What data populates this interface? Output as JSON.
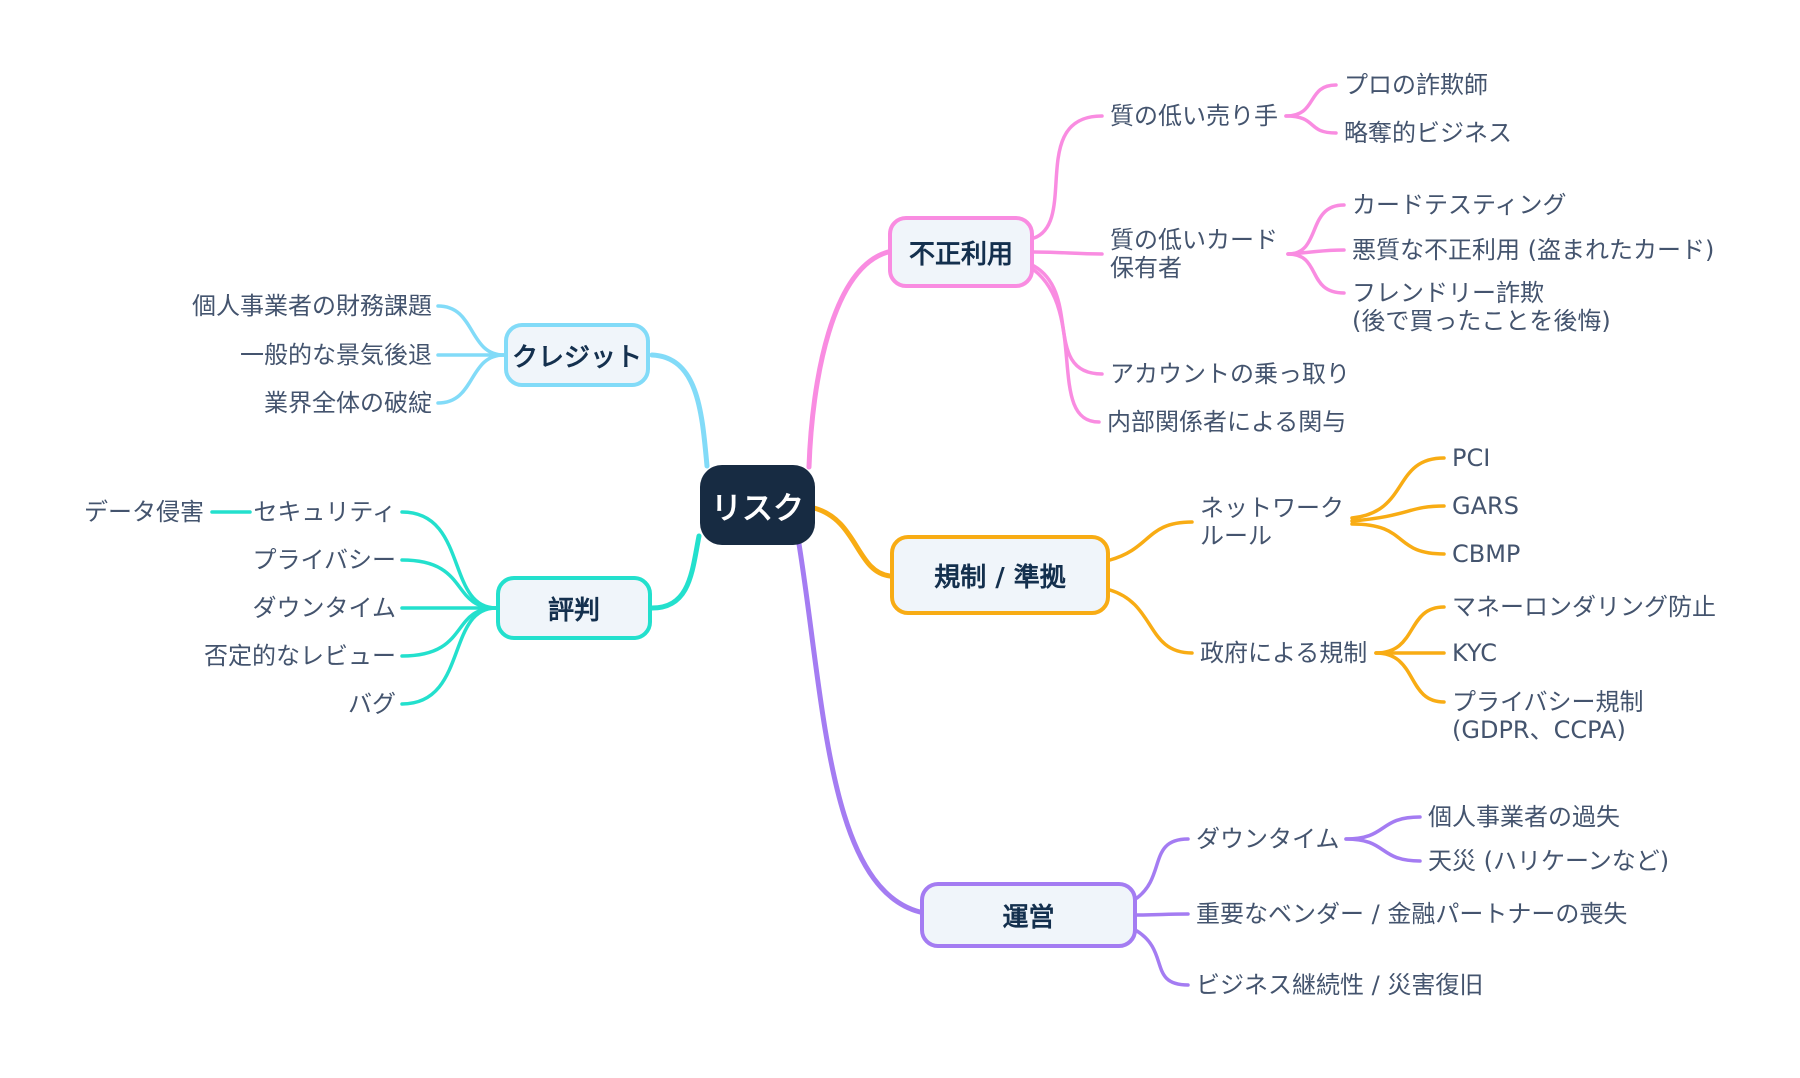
{
  "root": {
    "label": "リスク"
  },
  "branches": {
    "credit": {
      "label": "クレジット",
      "children": [
        {
          "label": "個人事業者の財務課題"
        },
        {
          "label": "一般的な景気後退"
        },
        {
          "label": "業界全体の破綻"
        }
      ]
    },
    "reputation": {
      "label": "評判",
      "children": [
        {
          "label": "セキュリティ",
          "children": [
            {
              "label": "データ侵害"
            }
          ]
        },
        {
          "label": "プライバシー"
        },
        {
          "label": "ダウンタイム"
        },
        {
          "label": "否定的なレビュー"
        },
        {
          "label": "バグ"
        }
      ]
    },
    "fraud": {
      "label": "不正利用",
      "children": [
        {
          "label": "質の低い売り手",
          "children": [
            {
              "label": "プロの詐欺師"
            },
            {
              "label": "略奪的ビジネス"
            }
          ]
        },
        {
          "label": "質の低いカード\n保有者",
          "children": [
            {
              "label": "カードテスティング"
            },
            {
              "label": "悪質な不正利用 (盗まれたカード)"
            },
            {
              "label": "フレンドリー詐欺\n(後で買ったことを後悔)"
            }
          ]
        },
        {
          "label": "アカウントの乗っ取り"
        },
        {
          "label": "内部関係者による関与"
        }
      ]
    },
    "regulation": {
      "label": "規制 / 準拠",
      "children": [
        {
          "label": "ネットワーク\nルール",
          "children": [
            {
              "label": "PCI"
            },
            {
              "label": "GARS"
            },
            {
              "label": "CBMP"
            }
          ]
        },
        {
          "label": "政府による規制",
          "children": [
            {
              "label": "マネーロンダリング防止"
            },
            {
              "label": "KYC"
            },
            {
              "label": "プライバシー規制\n(GDPR、CCPA)"
            }
          ]
        }
      ]
    },
    "operations": {
      "label": "運営",
      "children": [
        {
          "label": "ダウンタイム",
          "children": [
            {
              "label": "個人事業者の過失"
            },
            {
              "label": "天災 (ハリケーンなど)"
            }
          ]
        },
        {
          "label": "重要なベンダー / 金融パートナーの喪失"
        },
        {
          "label": "ビジネス継続性 / 災害復旧"
        }
      ]
    }
  },
  "colors": {
    "canvas_bg": "#FFFFFF",
    "root_bg": "#172B42",
    "root_text": "#FFFFFF",
    "node_bg": "#F0F5FA",
    "node_text": "#14304E",
    "label_text": "#44546E",
    "credit": "#82DBF8",
    "reputation": "#23E0CD",
    "fraud": "#F98CE1",
    "regulation": "#F8AC14",
    "operations": "#A47CF2"
  }
}
